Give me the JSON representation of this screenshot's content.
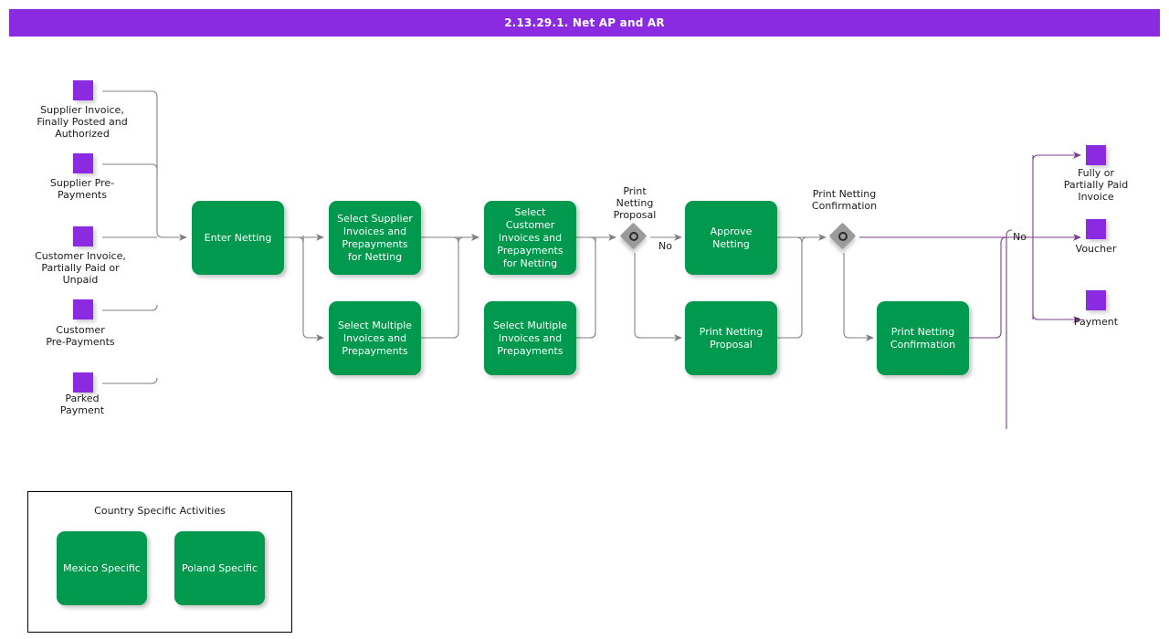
{
  "header": {
    "title": "2.13.29.1. Net AP and AR",
    "bar_color": "#8A2BE2",
    "text_color": "#FFFFFF"
  },
  "theme": {
    "task_fill": "#00994D",
    "task_text": "#FFFFFF",
    "data_object_fill": "#8A2BE2",
    "gateway_fill": "#9B9B9B",
    "gateway_ring": "#2B2B2B",
    "flow_gray": "#808080",
    "flow_purple": "#7B3F8C",
    "canvas": "#FFFFFF"
  },
  "inputs": [
    {
      "id": "in-supplier-invoice",
      "label": "Supplier Invoice,\nFinally Posted and\nAuthorized"
    },
    {
      "id": "in-supplier-prepay",
      "label": "Supplier Pre-\nPayments"
    },
    {
      "id": "in-customer-invoice",
      "label": "Customer Invoice,\nPartially Paid or\nUnpaid"
    },
    {
      "id": "in-customer-prepay",
      "label": "Customer\nPre-Payments"
    },
    {
      "id": "in-parked-payment",
      "label": "Parked\nPayment"
    }
  ],
  "tasks": [
    {
      "id": "enter-netting",
      "label": "Enter Netting"
    },
    {
      "id": "select-supplier-invoices",
      "label": "Select Supplier Invoices and Prepayments for Netting"
    },
    {
      "id": "select-multiple-1",
      "label": "Select Multiple Invoices and Prepayments"
    },
    {
      "id": "select-customer-invoices",
      "label": "Select Customer Invoices and Prepayments for Netting"
    },
    {
      "id": "select-multiple-2",
      "label": "Select Multiple Invoices and Prepayments"
    },
    {
      "id": "approve-netting",
      "label": "Approve Netting"
    },
    {
      "id": "print-netting-proposal",
      "label": "Print Netting Proposal"
    },
    {
      "id": "print-netting-confirmation",
      "label": "Print Netting Confirmation"
    }
  ],
  "gateways": [
    {
      "id": "gw-print-netting-proposal",
      "label": "Print\nNetting\nProposal",
      "no_label": "No"
    },
    {
      "id": "gw-print-netting-confirmation",
      "label": "Print Netting\nConfirmation",
      "no_label": "No"
    }
  ],
  "outputs": [
    {
      "id": "out-paid-invoice",
      "label": "Fully or\nPartially Paid\nInvoice"
    },
    {
      "id": "out-voucher",
      "label": "Voucher"
    },
    {
      "id": "out-payment",
      "label": "Payment"
    }
  ],
  "legend": {
    "title": "Country Specific Activities",
    "items": [
      {
        "id": "mexico-specific",
        "label": "Mexico Specific"
      },
      {
        "id": "poland-specific",
        "label": "Poland Specific"
      }
    ]
  }
}
